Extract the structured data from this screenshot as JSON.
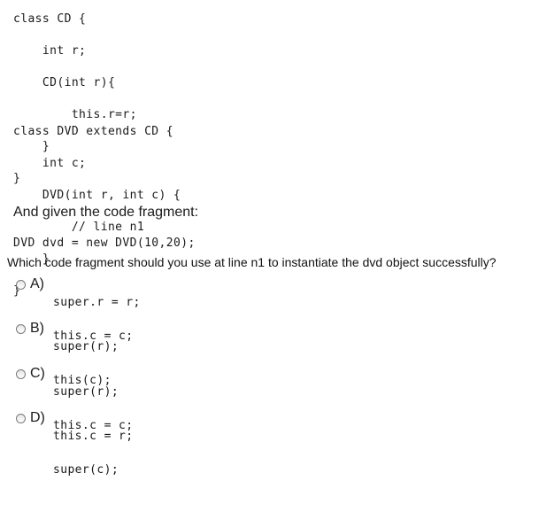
{
  "code_cd": [
    "class CD {",
    "    int r;",
    "    CD(int r){",
    "        this.r=r;",
    "    }",
    "}"
  ],
  "code_dvd": [
    "class DVD extends CD {",
    "    int c;",
    "    DVD(int r, int c) {",
    "        // line n1",
    "    }",
    "}"
  ],
  "intro_text": "And given the code fragment:",
  "fragment": "DVD dvd = new DVD(10,20);",
  "question": "Which code fragment should you use at line n1 to instantiate the dvd object successfully?",
  "options": [
    {
      "letter": "A)",
      "lines": [
        "super.r = r;",
        "this.c = c;"
      ]
    },
    {
      "letter": "B)",
      "lines": [
        "super(r);",
        "this(c);"
      ]
    },
    {
      "letter": "C)",
      "lines": [
        "super(r);",
        "this.c = c;"
      ]
    },
    {
      "letter": "D)",
      "lines": [
        "this.c = r;",
        "super(c);"
      ]
    }
  ]
}
